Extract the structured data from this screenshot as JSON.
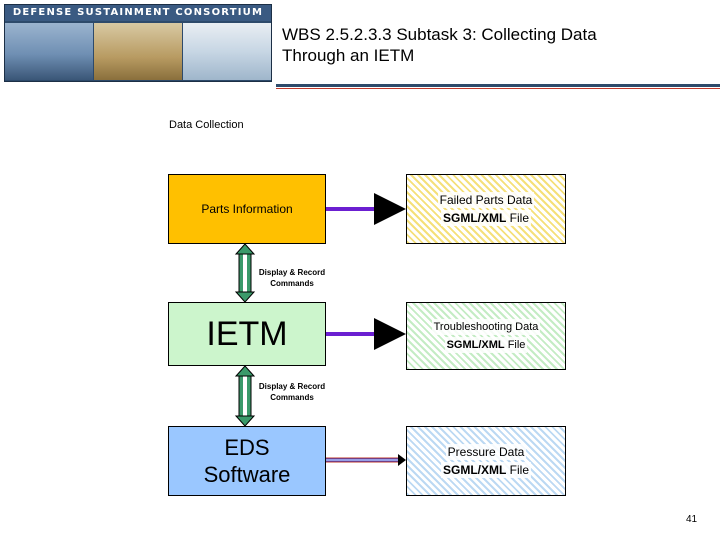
{
  "header": {
    "banner_text": "DEFENSE SUSTAINMENT CONSORTIUM",
    "title_line1": "WBS 2.5.2.3.3 Subtask 3: Collecting Data",
    "title_line2": "Through an IETM"
  },
  "diagram": {
    "section_label": "Data Collection",
    "left_boxes": {
      "parts": "Parts Information",
      "ietm": "IETM",
      "eds_line1": "EDS",
      "eds_line2": "Software"
    },
    "right_boxes": {
      "failed_parts": {
        "title": "Failed Parts Data",
        "file_bold": "SGML/XML",
        "file_rest": " File"
      },
      "troubleshooting": {
        "title": "Troubleshooting Data",
        "file_bold": "SGML/XML",
        "file_rest": " File"
      },
      "pressure": {
        "title": "Pressure Data",
        "file_bold": "SGML/XML",
        "file_rest": " File"
      }
    },
    "commands": {
      "upper_line1": "Display & Record",
      "upper_line2": "Commands",
      "lower_line1": "Display & Record",
      "lower_line2": "Commands"
    }
  },
  "colors": {
    "parts_box": "#ffc000",
    "ietm_box": "#ccf5cc",
    "eds_box": "#9ac7ff",
    "arrow_purple": "#6b1fd1",
    "arrow_green": "#3a9a6a"
  },
  "footer": {
    "page_number": "41"
  }
}
